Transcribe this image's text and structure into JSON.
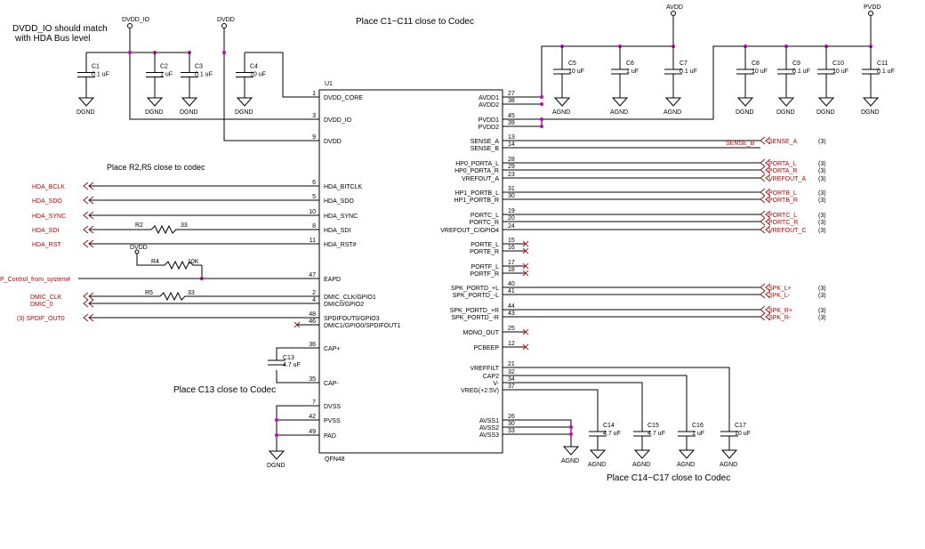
{
  "ic": {
    "refdes": "U1",
    "package": "QFN48"
  },
  "notes": {
    "dvdd_io_line1": "DVDD_IO should match",
    "dvdd_io_line2": "with HDA Bus level",
    "c1_c11": "Place C1~C11 close to Codec",
    "r2_r5": "Place R2,R5 close to codec",
    "c13": "Place C13 close to Codec",
    "c14_c17": "Place C14~C17 close to Codec"
  },
  "supplies": {
    "dvdd_io": "DVDD_IO",
    "dvdd": "DVDD",
    "avdd": "AVDD",
    "pvdd": "PVDD"
  },
  "caps_misc": {
    "c13_ref": "C13",
    "c13_val": "4.7 uF"
  },
  "caps_top_left": [
    {
      "ref": "C1",
      "val": "0.1 uF",
      "gnd": "DGND"
    },
    {
      "ref": "C2",
      "val": "1 uF",
      "gnd": "DGND"
    },
    {
      "ref": "C3",
      "val": "0.1 uF",
      "gnd": "DGND"
    },
    {
      "ref": "C4",
      "val": "10 uF",
      "gnd": "DGND"
    }
  ],
  "caps_top_right": [
    {
      "ref": "C5",
      "val": "10 uF",
      "gnd": "AGND"
    },
    {
      "ref": "C6",
      "val": "1 uF",
      "gnd": "AGND"
    },
    {
      "ref": "C7",
      "val": "0.1 uF",
      "gnd": "AGND"
    },
    {
      "ref": "C8",
      "val": "10 uF",
      "gnd": "DGND"
    },
    {
      "ref": "C9",
      "val": "0.1 uF",
      "gnd": "DGND"
    },
    {
      "ref": "C10",
      "val": "10 uF",
      "gnd": "DGND"
    },
    {
      "ref": "C11",
      "val": "0.1 uF",
      "gnd": "DGND"
    }
  ],
  "caps_bottom": [
    {
      "ref": "C14",
      "val": "4.7 uF",
      "gnd": "AGND"
    },
    {
      "ref": "C15",
      "val": "4.7 uF",
      "gnd": "AGND"
    },
    {
      "ref": "C16",
      "val": "1 uF",
      "gnd": "AGND"
    },
    {
      "ref": "C17",
      "val": "10 uF",
      "gnd": "AGND"
    }
  ],
  "misc_grounds": {
    "dgnd_bottom": "DGND",
    "agnd_bottom": "AGND"
  },
  "left_pins": [
    {
      "num": "1",
      "name": "DVDD_CORE"
    },
    {
      "num": "3",
      "name": "DVDD_IO"
    },
    {
      "num": "9",
      "name": "DVDD"
    },
    {
      "num": "6",
      "name": "HDA_BITCLK"
    },
    {
      "num": "5",
      "name": "HDA_SDO"
    },
    {
      "num": "10",
      "name": "HDA_SYNC"
    },
    {
      "num": "8",
      "name": "HDA_SDI"
    },
    {
      "num": "11",
      "name": "HDA_RST#"
    },
    {
      "num": "47",
      "name": "EAPD"
    },
    {
      "num": "2",
      "name": "DMIC_CLK/GPIO1"
    },
    {
      "num": "4",
      "name": "DMIC0/GPIO2"
    },
    {
      "num": "48",
      "name": "SPDIFOUT0/GPIO3"
    },
    {
      "num": "46",
      "name": "DMIC1/GPIO0/SPDIFOUT1"
    },
    {
      "num": "36",
      "name": "CAP+"
    },
    {
      "num": "35",
      "name": "CAP-"
    },
    {
      "num": "7",
      "name": "DVSS"
    },
    {
      "num": "42",
      "name": "PVSS"
    },
    {
      "num": "49",
      "name": "PAD"
    }
  ],
  "right_pins": [
    {
      "num": "27",
      "name": "AVDD1"
    },
    {
      "num": "38",
      "name": "AVDD2"
    },
    {
      "num": "45",
      "name": "PVDD1"
    },
    {
      "num": "39",
      "name": "PVDD2"
    },
    {
      "num": "13",
      "name": "SENSE_A"
    },
    {
      "num": "14",
      "name": "SENSE_B"
    },
    {
      "num": "28",
      "name": "HP0_PORTA_L"
    },
    {
      "num": "29",
      "name": "HP0_PORTA_R"
    },
    {
      "num": "23",
      "name": "VREFOUT_A"
    },
    {
      "num": "31",
      "name": "HP1_PORTB_L"
    },
    {
      "num": "30",
      "name": "HP1_PORTB_R"
    },
    {
      "num": "19",
      "name": "PORTC_L"
    },
    {
      "num": "20",
      "name": "PORTC_R"
    },
    {
      "num": "24",
      "name": "VREFOUT_C/GPIO4"
    },
    {
      "num": "15",
      "name": "PORTE_L"
    },
    {
      "num": "16",
      "name": "PORTE_R"
    },
    {
      "num": "17",
      "name": "PORTF_L"
    },
    {
      "num": "18",
      "name": "PORTF_R"
    },
    {
      "num": "40",
      "name": "SPK_PORTD_+L"
    },
    {
      "num": "41",
      "name": "SPK_PORTD_-L"
    },
    {
      "num": "44",
      "name": "SPK_PORTD_+R"
    },
    {
      "num": "43",
      "name": "SPK_PORTD_-R"
    },
    {
      "num": "25",
      "name": "MONO_OUT"
    },
    {
      "num": "12",
      "name": "PCBEEP"
    },
    {
      "num": "21",
      "name": "VREFFILT"
    },
    {
      "num": "32",
      "name": "CAP2"
    },
    {
      "num": "34",
      "name": "V-"
    },
    {
      "num": "37",
      "name": "VREG(+2.5V)"
    },
    {
      "num": "26",
      "name": "AVSS1"
    },
    {
      "num": "30",
      "name": "AVSS2"
    },
    {
      "num": "33",
      "name": "AVSS3"
    }
  ],
  "left_nets": [
    {
      "name": "HDA_BCLK"
    },
    {
      "name": "HDA_SDO"
    },
    {
      "name": "HDA_SYNC"
    },
    {
      "name": "HDA_SDI"
    },
    {
      "name": "HDA_RST"
    },
    {
      "name": "P_Control_from_system#"
    },
    {
      "name": "DMIC_CLK"
    },
    {
      "name": "DMIC_0"
    },
    {
      "name": "(3)  SPDIF_OUT0"
    }
  ],
  "resistors": [
    {
      "ref": "R2",
      "val": "33"
    },
    {
      "ref": "R4",
      "val": "10K"
    },
    {
      "ref": "R5",
      "val": "33"
    }
  ],
  "r4_supply": "DVDD",
  "right_nets": [
    {
      "name": "SENSE_A",
      "sheet": "(3)"
    },
    {
      "name": "PORTA_L",
      "sheet": "(3)"
    },
    {
      "name": "PORTA_R",
      "sheet": "(3)"
    },
    {
      "name": "VREFOUT_A",
      "sheet": "(3)"
    },
    {
      "name": "PORTB_L",
      "sheet": "(3)"
    },
    {
      "name": "PORTB_R",
      "sheet": "(3)"
    },
    {
      "name": "PORTC_L",
      "sheet": "(3)"
    },
    {
      "name": "PORTC_R",
      "sheet": "(3)"
    },
    {
      "name": "VREFOUT_C",
      "sheet": "(3)"
    },
    {
      "name": "SPK_L+",
      "sheet": "(3)"
    },
    {
      "name": "SPK_L-",
      "sheet": "(3)"
    },
    {
      "name": "SPK_R+",
      "sheet": "(3)"
    },
    {
      "name": "SPK_R-",
      "sheet": "(3)"
    }
  ],
  "sense_b_label": "SENSE_B"
}
